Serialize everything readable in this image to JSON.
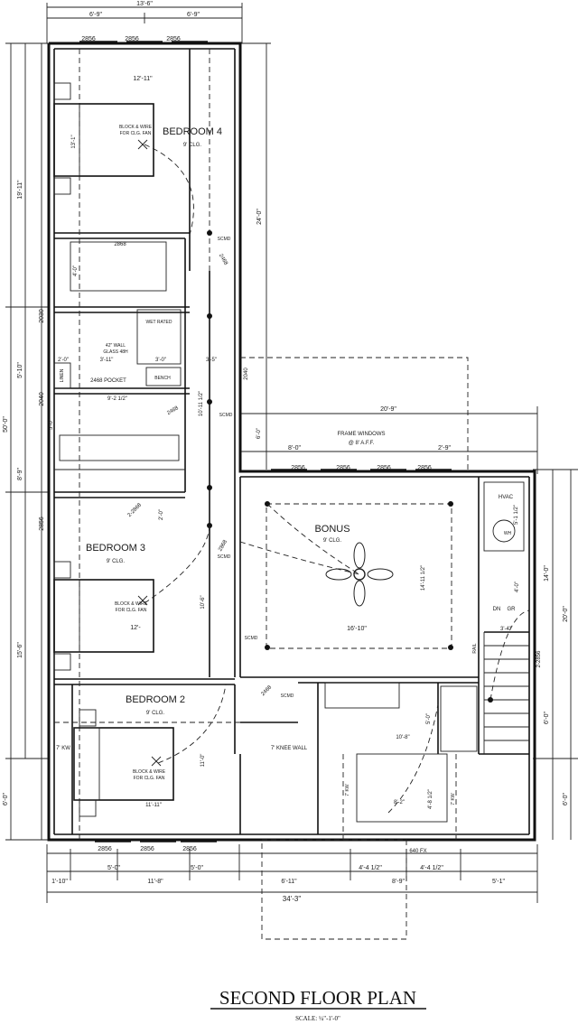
{
  "title": "SECOND FLOOR PLAN",
  "scale": "SCALE: ¼\"-1'-0\"",
  "rooms": {
    "bedroom4": {
      "name": "BEDROOM 4",
      "ceiling": "9' CLG."
    },
    "bedroom3": {
      "name": "BEDROOM 3",
      "ceiling": "9' CLG."
    },
    "bedroom2": {
      "name": "BEDROOM 2",
      "ceiling": "9' CLG."
    },
    "bonus": {
      "name": "BONUS",
      "ceiling": "9' CLG."
    }
  },
  "notes": {
    "block_wire_1": "BLOCK & WIRE",
    "block_wire_2": "FOR CLG. FAN",
    "frame_windows_1": "FRAME WINDOWS",
    "frame_windows_2": "@ 8' A.F.F.",
    "knee_wall": "7' KNEE WALL",
    "kw": "7' KW",
    "hvac": "HVAC",
    "wh": "WH",
    "linen": "LINEN",
    "bench": "BENCH",
    "pocket": "2468 POCKET",
    "wet_rated": "WET RATED",
    "glass_wall_1": "42\" WALL",
    "glass_wall_2": "GLASS 48H",
    "dn": "DN",
    "gr": "GR",
    "rail": "RAIL",
    "smoke": "SCMD",
    "fx": "640 FX"
  },
  "dimensions": {
    "overall_top": "13'-6\"",
    "top_left": "6'-9\"",
    "top_right": "6'-9\"",
    "window": "2856",
    "b4_width": "12'-11\"",
    "b4_depth": "13'-1\"",
    "left_19": "19'-11\"",
    "left_5": "5'-10\"",
    "left_50": "50'-0\"",
    "left_8": "8'-9\"",
    "left_15": "15'-6\"",
    "left_6": "6'-0\"",
    "right_24": "24'-0\"",
    "r_6": "6'-0\"",
    "d_2030": "2030",
    "d_2040": "2040",
    "d_2040b": "2040",
    "d_2468": "2468",
    "d_2868": "2-2868",
    "d_2868b": "2868",
    "d_9_2": "9'-2 1/2\"",
    "d_3_11": "3'-11\"",
    "d_3_0": "3'-0\"",
    "d_3_5": "3'-5\"",
    "d_4_0": "4'-0\"",
    "d_2_0": "2'-0\"",
    "d_5_0": "5'-0\"",
    "d_2_0b": "2'-0\"",
    "d_10_11": "10'-11 1/2\"",
    "d_20_9": "20'-9\"",
    "d_8_0": "8'-0\"",
    "d_2_9": "2'-9\"",
    "d_14_11": "14'-11 1/2\"",
    "d_16_10": "16'-10\"",
    "d_14_0": "14'-0\"",
    "d_20_0": "20'-0\"",
    "d_6_0": "6'-0\"",
    "d_6_0b": "6'-0\"",
    "d_4_0b": "4'-0\"",
    "d_3_4": "3'-4\"",
    "d_2_2856": "2-2856",
    "d_5_1_2": "5'-1 1/2\"",
    "d_10_6": "10'-6\"",
    "d_12": "12'-",
    "d_11_0": "11'-0\"",
    "d_11_11": "11'-11\"",
    "d_10_8": "10'-8\"",
    "d_8_2": "8'-2\"",
    "d_5_0b": "5'-0\"",
    "d_4_8": "4'-8 1/2\"",
    "b_5_0": "5'-0\"",
    "b_11_8": "11'-8\"",
    "b_5_0b": "5'-0\"",
    "b_1_10": "1'-10\"",
    "b_6_11": "6'-11\"",
    "b_4_4a": "4'-4 1/2\"",
    "b_4_4b": "4'-4 1/2\"",
    "b_8_9": "8'-9\"",
    "b_5_1": "5'-1\"",
    "b_overall": "34'-3\"",
    "d_2868c": "2868",
    "d_2468b": "2468",
    "d_2468c": "2468"
  }
}
